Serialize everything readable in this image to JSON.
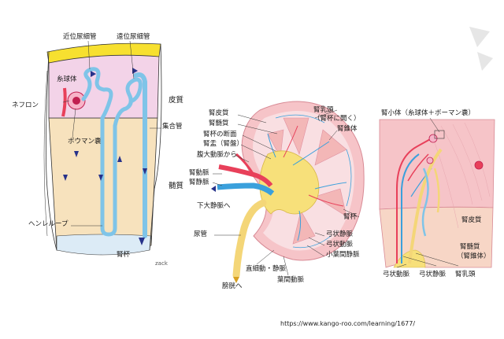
{
  "panels": {
    "nephron": {
      "labels": {
        "proximal": "近位尿細管",
        "distal": "遠位尿細管",
        "glomerulus": "糸球体",
        "nephron": "ネフロン",
        "bowman": "ボウマン嚢",
        "cortex": "皮質",
        "collecting_duct": "集合管",
        "medulla": "髄質",
        "henle": "ヘンレループ",
        "calyx": "腎杯"
      },
      "credit": "zack"
    },
    "kidney": {
      "labels": {
        "cortex": "腎皮質",
        "medulla": "腎髄質",
        "calyx_section": "腎杯の断面",
        "pelvis": "腎盂（腎盤）",
        "from_aorta": "腹大動脈から",
        "renal_artery": "腎動脈",
        "renal_vein": "腎静脈",
        "to_ivc": "下大静脈へ",
        "ureter": "尿管",
        "to_bladder": "膀胱へ",
        "papilla_line1": "腎乳頭",
        "papilla_line2": "（腎杯に開く）",
        "pyramid": "腎錐体",
        "calyx": "腎杯",
        "arcuate_vein": "弓状静脈",
        "arcuate_artery": "弓状動脈",
        "interlobular_vein": "小葉間静脈",
        "vasa_recta": "直細動・静脈",
        "interlobar_artery": "葉間動脈"
      }
    },
    "corpuscle": {
      "labels": {
        "title": "腎小体（糸球体＋ボーマン嚢）",
        "cortex": "腎皮質",
        "medulla_line1": "腎髄質",
        "medulla_line2": "（腎錐体）",
        "arcuate_artery": "弓状動脈",
        "arcuate_vein": "弓状静脈",
        "papilla": "腎乳頭"
      }
    }
  },
  "source_url": "https://www.kango-roo.com/learning/1677/",
  "colors": {
    "artery": "#e8405a",
    "vein": "#3aa0dc",
    "tubule": "#7fc4e8",
    "cortex_pink": "#f3d3e8",
    "medulla_tan": "#f7e2bd",
    "capsule_yellow": "#f7e030",
    "kidney_pink": "#f6c4c8",
    "arrow_blue": "#27328a"
  }
}
